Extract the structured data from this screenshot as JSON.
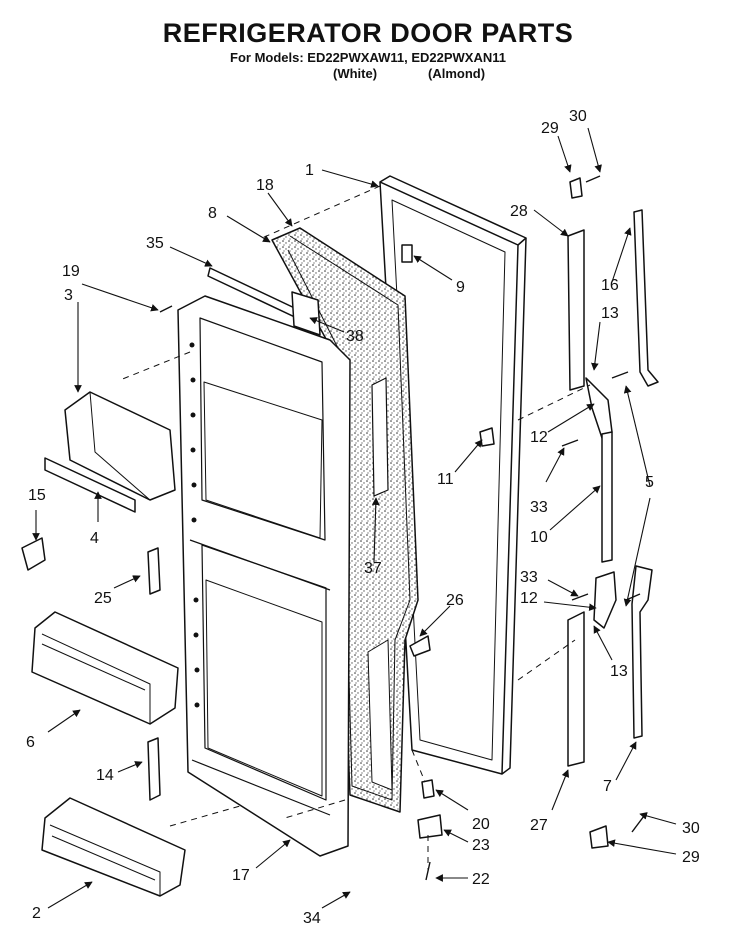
{
  "header": {
    "title": "REFRIGERATOR DOOR PARTS",
    "models": "For Models: ED22PWXAW11, ED22PWXAN11",
    "variant_white": "(White)",
    "variant_almond": "(Almond)"
  },
  "callouts": [
    {
      "id": "c1",
      "label": "1"
    },
    {
      "id": "c18",
      "label": "18"
    },
    {
      "id": "c8",
      "label": "8"
    },
    {
      "id": "c35",
      "label": "35"
    },
    {
      "id": "c19",
      "label": "19"
    },
    {
      "id": "c3",
      "label": "3"
    },
    {
      "id": "c9",
      "label": "9"
    },
    {
      "id": "c38",
      "label": "38"
    },
    {
      "id": "c29a",
      "label": "29"
    },
    {
      "id": "c30a",
      "label": "30"
    },
    {
      "id": "c28",
      "label": "28"
    },
    {
      "id": "c16",
      "label": "16"
    },
    {
      "id": "c13a",
      "label": "13"
    },
    {
      "id": "c12a",
      "label": "12"
    },
    {
      "id": "c5",
      "label": "5"
    },
    {
      "id": "c11",
      "label": "11"
    },
    {
      "id": "c33a",
      "label": "33"
    },
    {
      "id": "c10",
      "label": "10"
    },
    {
      "id": "c15",
      "label": "15"
    },
    {
      "id": "c4",
      "label": "4"
    },
    {
      "id": "c25",
      "label": "25"
    },
    {
      "id": "c37",
      "label": "37"
    },
    {
      "id": "c26",
      "label": "26"
    },
    {
      "id": "c33b",
      "label": "33"
    },
    {
      "id": "c12b",
      "label": "12"
    },
    {
      "id": "c13b",
      "label": "13"
    },
    {
      "id": "c6",
      "label": "6"
    },
    {
      "id": "c14",
      "label": "14"
    },
    {
      "id": "c20",
      "label": "20"
    },
    {
      "id": "c23",
      "label": "23"
    },
    {
      "id": "c22",
      "label": "22"
    },
    {
      "id": "c27",
      "label": "27"
    },
    {
      "id": "c7",
      "label": "7"
    },
    {
      "id": "c30b",
      "label": "30"
    },
    {
      "id": "c29b",
      "label": "29"
    },
    {
      "id": "c17",
      "label": "17"
    },
    {
      "id": "c2",
      "label": "2"
    },
    {
      "id": "c34",
      "label": "34"
    }
  ]
}
